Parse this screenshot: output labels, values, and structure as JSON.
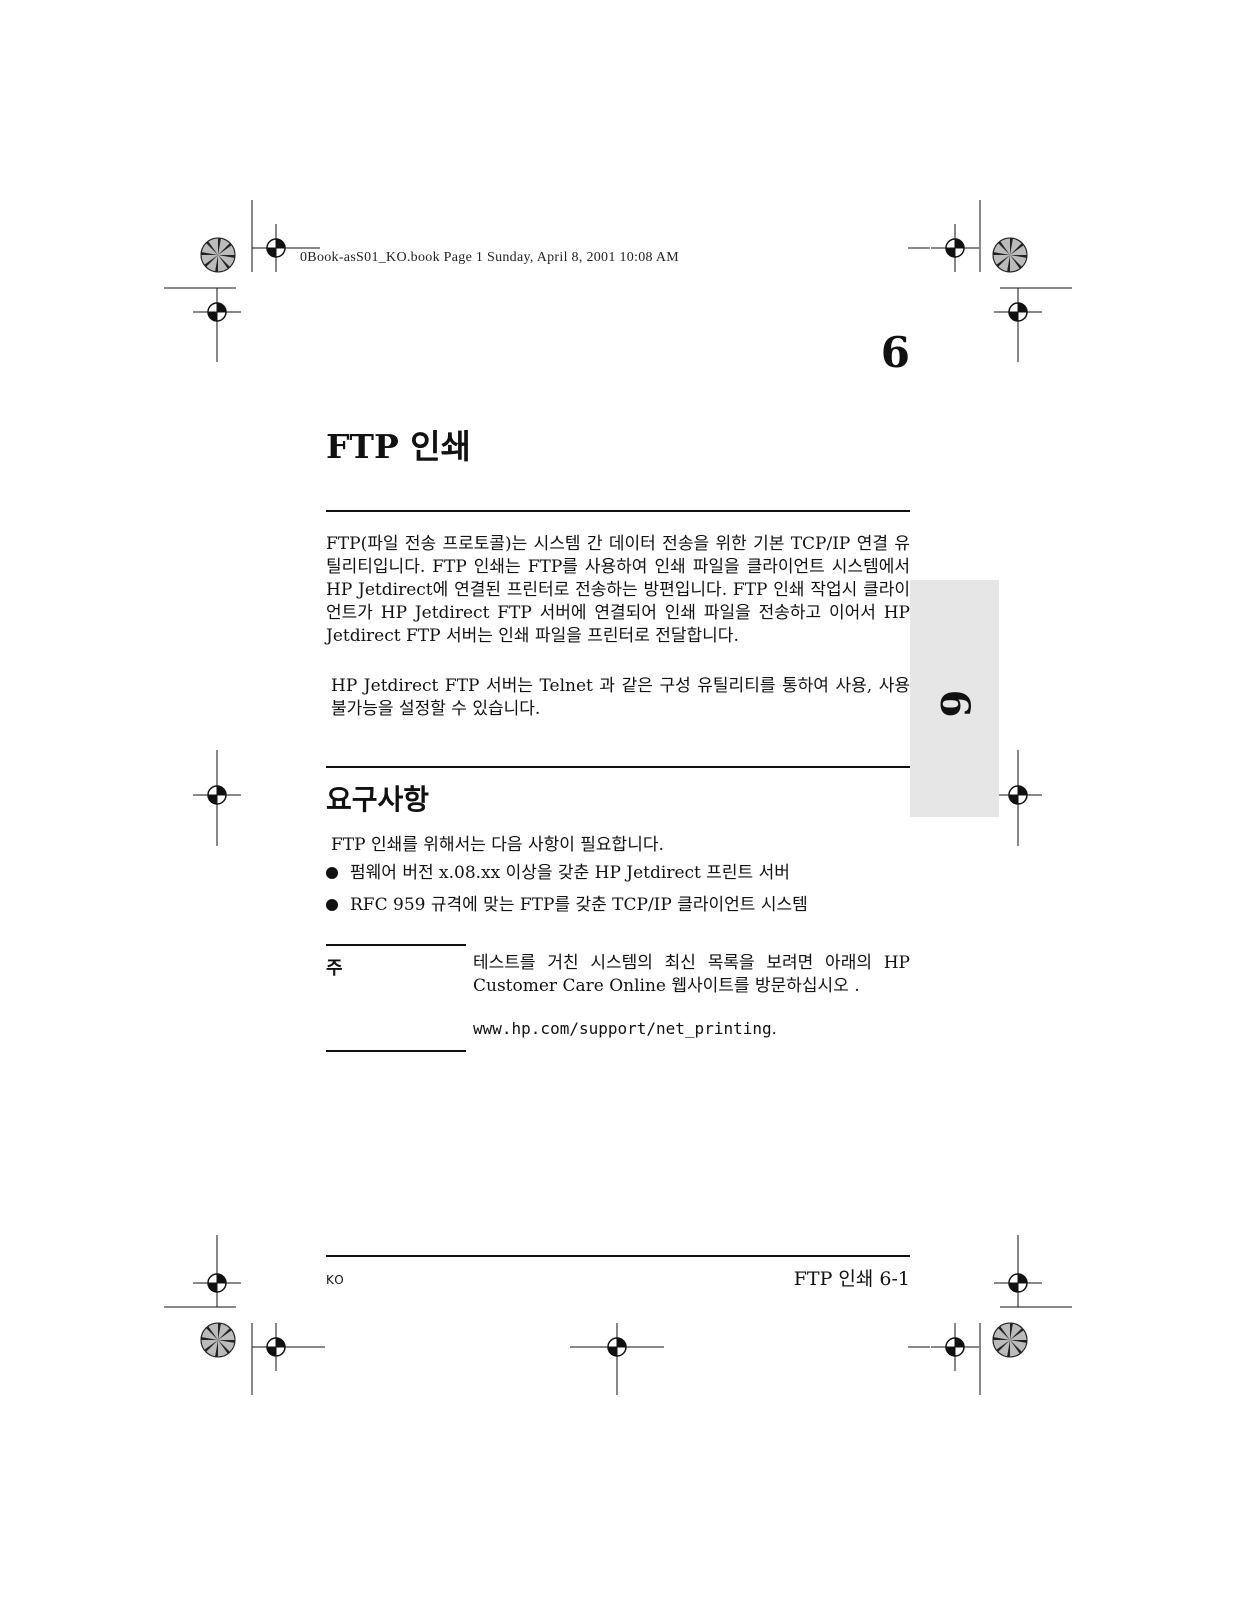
{
  "header": {
    "print_line": "0Book-asS01_KO.book  Page 1  Sunday, April 8, 2001  10:08 AM"
  },
  "chapter": {
    "number": "6",
    "title": "FTP 인쇄"
  },
  "intro": {
    "paragraph_1": "FTP(파일 전송 프로토콜)는 시스템 간 데이터 전송을 위한 기본 TCP/IP 연결 유틸리티입니다. FTP 인쇄는 FTP를 사용하여 인쇄 파일을 클라이언트 시스템에서 HP Jetdirect에 연결된 프린터로 전송하는 방편입니다. FTP 인쇄 작업시 클라이언트가 HP Jetdirect FTP 서버에 연결되어 인쇄 파일을 전송하고 이어서 HP Jetdirect FTP 서버는 인쇄 파일을 프린터로 전달합니다.",
    "paragraph_2": "HP Jetdirect FTP 서버는 Telnet 과 같은 구성 유틸리티를 통하여 사용, 사용 불가능을 설정할 수 있습니다."
  },
  "requirements": {
    "title": "요구사항",
    "intro": "FTP 인쇄를 위해서는 다음 사항이 필요합니다.",
    "items": [
      "펌웨어 버전 x.08.xx 이상을 갖춘 HP Jetdirect 프린트 서버",
      "RFC 959 규격에 맞는 FTP를 갖춘 TCP/IP 클라이언트 시스템"
    ]
  },
  "note": {
    "label": "주",
    "text": "테스트를 거친 시스템의 최신 목록을 보려면 아래의 HP Customer Care Online 웹사이트를 방문하십시오 .",
    "url": "www.hp.com/support/net_printing",
    "url_suffix": "."
  },
  "side_tab": {
    "number": "6"
  },
  "footer": {
    "language": "KO",
    "page_label": "FTP 인쇄 6-1"
  }
}
